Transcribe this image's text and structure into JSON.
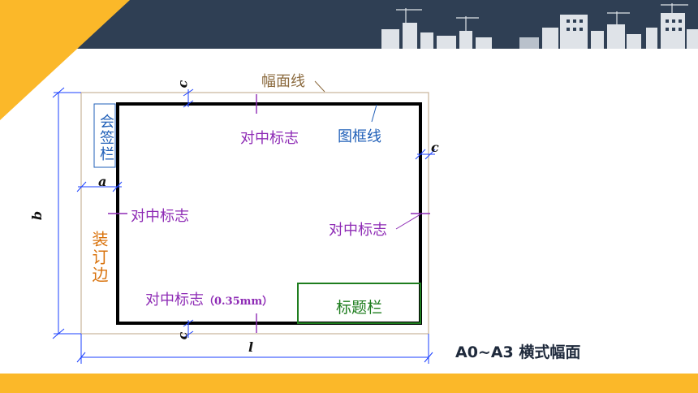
{
  "labels": {
    "frame_line": "幅面线",
    "border_line": "图框线",
    "countersign": "会签栏",
    "binding_edge": "装订边",
    "title_block": "标题栏",
    "center_mark_top": "对中标志",
    "center_mark_left": "对中标志",
    "center_mark_right": "对中标志",
    "center_mark_bottom": "对中标志",
    "center_mark_spec": "（0.35mm）",
    "caption": "A0~A3 横式幅面"
  },
  "dimensions": {
    "a": "a",
    "b": "b",
    "c_top": "c",
    "c_right": "c",
    "c_bottom": "c",
    "l": "l"
  },
  "colors": {
    "header_bg": "#2f3f54",
    "accent_yellow": "#fbb829",
    "frame_line": "#c9b39a",
    "border_line": "#000000",
    "dimension": "#1a3fff",
    "center_mark": "#8e2bb5",
    "title_block": "#1e7d1e",
    "binding": "#d9730d"
  }
}
